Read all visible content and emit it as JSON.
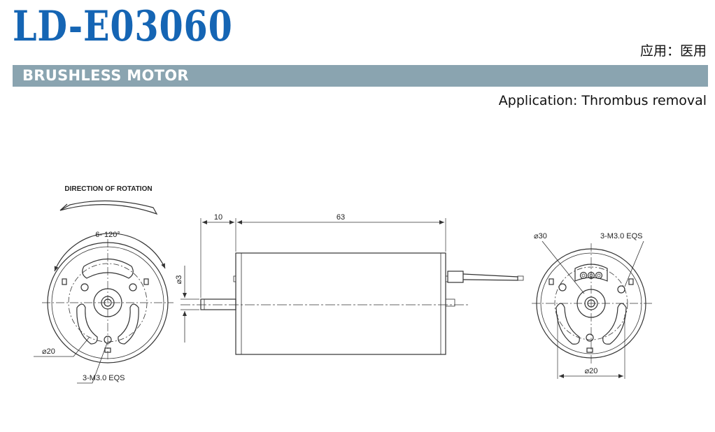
{
  "header": {
    "model": "LD-E03060",
    "application_cn": "应用：医用",
    "banner": "BRUSHLESS MOTOR",
    "application_en": "Application: Thrombus removal"
  },
  "drawing": {
    "front_view": {
      "rotation_label": "DIRECTION OF ROTATION",
      "angle_label": "6- 120°",
      "diameter_label": "⌀20",
      "holes_label": "3-M3.0 EQS"
    },
    "side_view": {
      "shaft_length": "10",
      "body_length": "63",
      "shaft_diameter": "⌀3"
    },
    "rear_view": {
      "outer_diameter": "⌀30",
      "holes_label": "3-M3.0 EQS",
      "pcd_label": "⌀20"
    }
  },
  "colors": {
    "title": "#1565b4",
    "banner": "#8aa4b0",
    "line": "#333333"
  }
}
